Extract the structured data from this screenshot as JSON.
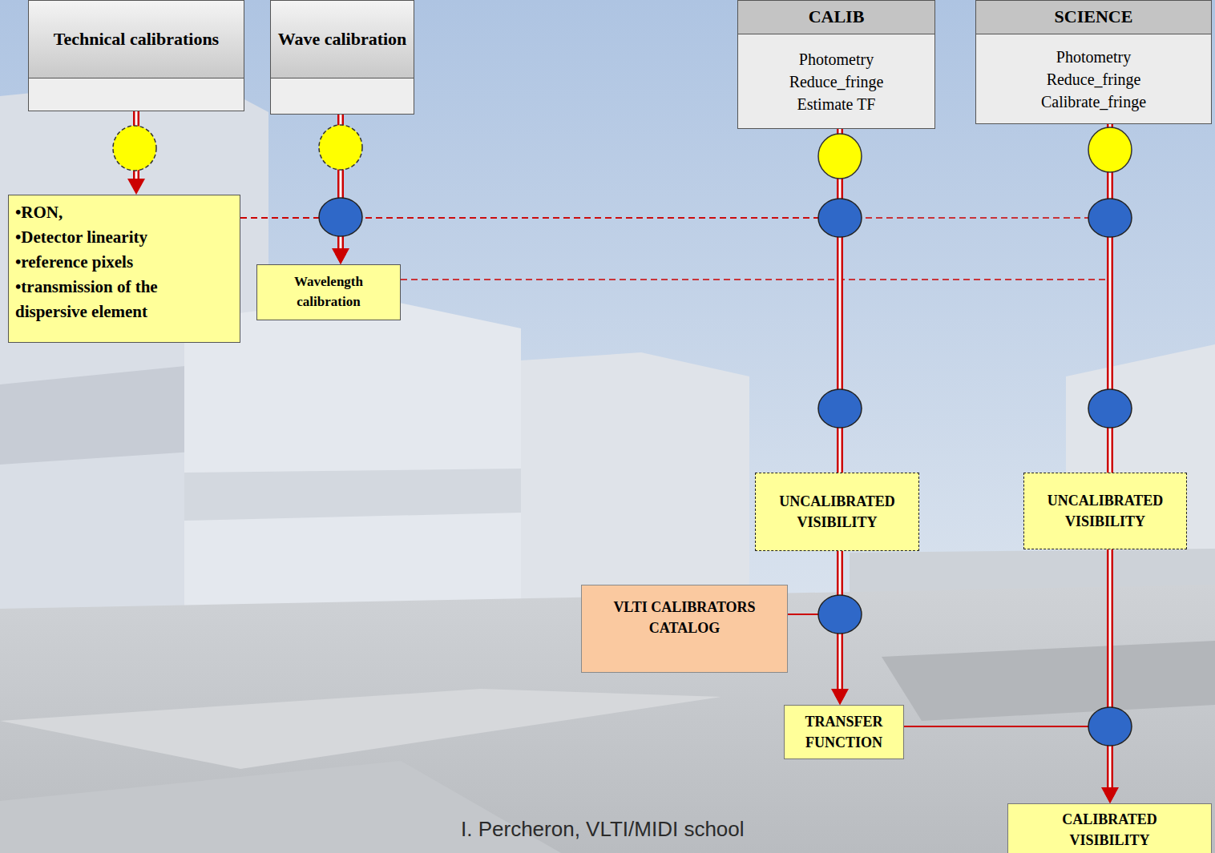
{
  "diagram": {
    "caption": "I. Percheron, VLTI/MIDI school",
    "nodes": [
      {
        "text": [
          "Technical calibrations"
        ]
      },
      {
        "text": [
          "Wave calibration"
        ]
      },
      {
        "text": [
          "CALIB",
          "Photometry",
          "Reduce_fringe",
          "Estimate TF"
        ]
      },
      {
        "text": [
          "SCIENCE",
          "Photometry",
          "Reduce_fringe",
          "Calibrate_fringe"
        ]
      },
      {
        "text": [
          "•RON,",
          "•Detector linearity",
          "•reference pixels",
          "•transmission of the dispersive element"
        ]
      },
      {
        "text": [
          "Wavelength calibration"
        ]
      },
      {
        "text": [
          "UNCALIBRATED VISIBILITY"
        ]
      },
      {
        "text": [
          "UNCALIBRATED VISIBILITY"
        ]
      },
      {
        "text": [
          "VLTI CALIBRATORS CATALOG"
        ]
      },
      {
        "text": [
          "TRANSFER FUNCTION"
        ]
      },
      {
        "text": [
          "CALIBRATED VISIBILITY"
        ]
      }
    ],
    "edges": [
      {
        "from": 0,
        "to": 4,
        "arrow": "to"
      },
      {
        "from": 1,
        "to": 5,
        "arrow": "to"
      },
      {
        "from": 2,
        "to": 6,
        "arrow": "none"
      },
      {
        "from": 3,
        "to": 7,
        "arrow": "none"
      },
      {
        "from": 6,
        "to": 9,
        "arrow": "to"
      },
      {
        "from": 7,
        "to": 10,
        "arrow": "to"
      },
      {
        "from": 8,
        "to": 9,
        "arrow": "to"
      },
      {
        "from": 9,
        "to": 10,
        "arrow": "to"
      },
      {
        "from": 4,
        "to": 5,
        "arrow": "to"
      },
      {
        "from": 4,
        "to": 6,
        "arrow": "none"
      },
      {
        "from": 4,
        "to": 7,
        "arrow": "none"
      },
      {
        "from": 5,
        "to": 7,
        "arrow": "none"
      }
    ]
  }
}
